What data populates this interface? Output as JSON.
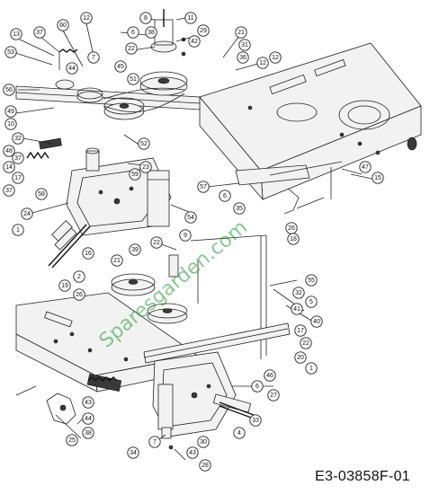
{
  "document_code": "E3-03858F-01",
  "watermark": "Sparesgarden.com",
  "callouts": [
    {
      "id": "c12a",
      "label": "12"
    },
    {
      "id": "c8a",
      "label": "8"
    },
    {
      "id": "c11a",
      "label": "11"
    },
    {
      "id": "c13",
      "label": "13"
    },
    {
      "id": "c37a",
      "label": "37"
    },
    {
      "id": "c60",
      "label": "60"
    },
    {
      "id": "c38a",
      "label": "38"
    },
    {
      "id": "c29",
      "label": "29"
    },
    {
      "id": "c6a",
      "label": "6"
    },
    {
      "id": "c42",
      "label": "42"
    },
    {
      "id": "c22a",
      "label": "22"
    },
    {
      "id": "c53",
      "label": "53"
    },
    {
      "id": "c44a",
      "label": "44"
    },
    {
      "id": "c7a",
      "label": "7"
    },
    {
      "id": "c45",
      "label": "45"
    },
    {
      "id": "c51",
      "label": "51"
    },
    {
      "id": "c21a",
      "label": "21"
    },
    {
      "id": "c31",
      "label": "31"
    },
    {
      "id": "c36",
      "label": "36"
    },
    {
      "id": "c12b",
      "label": "12"
    },
    {
      "id": "c12c",
      "label": "12"
    },
    {
      "id": "c56",
      "label": "56"
    },
    {
      "id": "c49",
      "label": "49"
    },
    {
      "id": "c10",
      "label": "10"
    },
    {
      "id": "c32a",
      "label": "32"
    },
    {
      "id": "c48",
      "label": "48"
    },
    {
      "id": "c37b",
      "label": "37"
    },
    {
      "id": "c14",
      "label": "14"
    },
    {
      "id": "c17a",
      "label": "17"
    },
    {
      "id": "c37c",
      "label": "37"
    },
    {
      "id": "c52",
      "label": "52"
    },
    {
      "id": "c23",
      "label": "23"
    },
    {
      "id": "c58",
      "label": "58"
    },
    {
      "id": "c59",
      "label": "59"
    },
    {
      "id": "c57",
      "label": "57"
    },
    {
      "id": "c6b",
      "label": "6"
    },
    {
      "id": "c47",
      "label": "47"
    },
    {
      "id": "c15",
      "label": "15"
    },
    {
      "id": "c24",
      "label": "24"
    },
    {
      "id": "c35",
      "label": "35"
    },
    {
      "id": "c54",
      "label": "54"
    },
    {
      "id": "c1a",
      "label": "1"
    },
    {
      "id": "c9",
      "label": "9"
    },
    {
      "id": "c26a",
      "label": "26"
    },
    {
      "id": "c18",
      "label": "18"
    },
    {
      "id": "c22b",
      "label": "22"
    },
    {
      "id": "c39",
      "label": "39"
    },
    {
      "id": "c16",
      "label": "16"
    },
    {
      "id": "c21b",
      "label": "21"
    },
    {
      "id": "c2",
      "label": "2"
    },
    {
      "id": "c55",
      "label": "55"
    },
    {
      "id": "c19",
      "label": "19"
    },
    {
      "id": "c26b",
      "label": "26"
    },
    {
      "id": "c32b",
      "label": "32"
    },
    {
      "id": "c5",
      "label": "5"
    },
    {
      "id": "c41",
      "label": "41"
    },
    {
      "id": "c40",
      "label": "40"
    },
    {
      "id": "c17b",
      "label": "17"
    },
    {
      "id": "c22c",
      "label": "22"
    },
    {
      "id": "c20",
      "label": "20"
    },
    {
      "id": "c1b",
      "label": "1"
    },
    {
      "id": "c46",
      "label": "46"
    },
    {
      "id": "c6c",
      "label": "6"
    },
    {
      "id": "c27",
      "label": "27"
    },
    {
      "id": "c43a",
      "label": "43"
    },
    {
      "id": "c44b",
      "label": "44"
    },
    {
      "id": "c33",
      "label": "33"
    },
    {
      "id": "c38b",
      "label": "38"
    },
    {
      "id": "c25",
      "label": "25"
    },
    {
      "id": "c7b",
      "label": "7"
    },
    {
      "id": "c4",
      "label": "4"
    },
    {
      "id": "c30",
      "label": "30"
    },
    {
      "id": "c34",
      "label": "34"
    },
    {
      "id": "c43b",
      "label": "43"
    },
    {
      "id": "c28",
      "label": "28"
    }
  ]
}
